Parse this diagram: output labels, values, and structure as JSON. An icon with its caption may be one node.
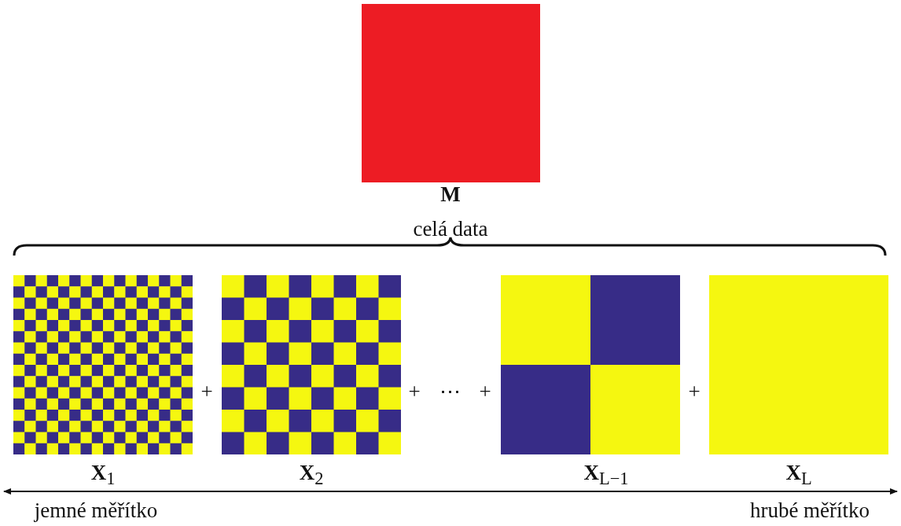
{
  "diagram": {
    "nodes": [
      {
        "text": [],
        "shape": "box",
        "beside": [
          "M",
          "celá data"
        ]
      },
      {
        "text": [],
        "shape": "box",
        "beside": [
          "**X**$_{1}$"
        ]
      },
      {
        "text": [],
        "shape": "box",
        "beside": [
          "**X**$_{2}$"
        ]
      },
      {
        "text": [],
        "shape": "box",
        "beside": [
          "**X**$_{L−1}$"
        ]
      },
      {
        "text": [],
        "shape": "box",
        "beside": [
          "**X**$_{L}$"
        ]
      }
    ],
    "edges": [],
    "labels": [
      "+",
      "+",
      "⋯",
      "+",
      "+",
      "jemné měřítko",
      "hrubé měřítko"
    ]
  }
}
